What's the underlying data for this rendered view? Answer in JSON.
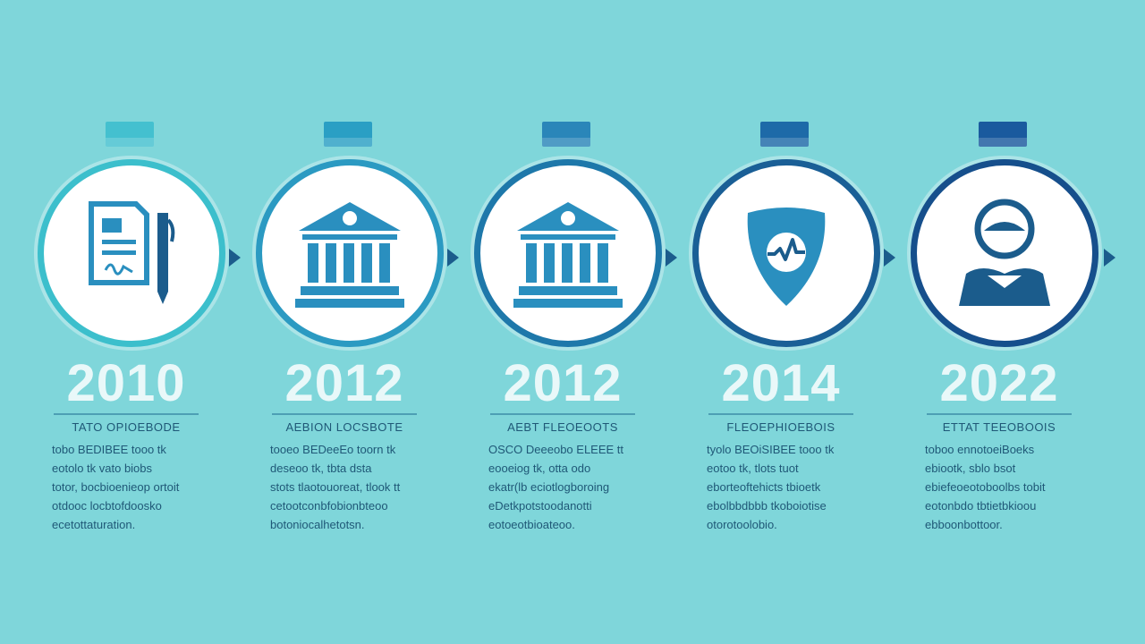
{
  "colors": {
    "background": "#7fd6da",
    "icon_light": "#2a8fbf",
    "icon_dark": "#1b5c8c"
  },
  "steps": [
    {
      "year": "2010",
      "icon": "document-pen-icon",
      "tab_color": "#44c0cf",
      "ring_color": "#3cbfcc",
      "heading": "TATO OPIOEBODE",
      "lines": [
        "tobo  BEDIBEE tooo tk",
        "eotolo  tk  vato  biobs",
        "totor, bocbioenieop ortoit",
        "otdooc locbtofdoosko",
        "ecetottaturation."
      ]
    },
    {
      "year": "2012",
      "icon": "bank-building-icon",
      "tab_color": "#2a9fc4",
      "ring_color": "#2b9ac2",
      "heading": "AEBION LOCSBOTE",
      "lines": [
        "tooeo  BEDeeEo toorn tk",
        "deseoo  tk,  tbta  dsta",
        "stots  tlaotouoreat,  tlook  tt",
        "cetootconbfobionbteoo",
        "botoniocalhetotsn."
      ]
    },
    {
      "year": "2012",
      "icon": "bank-building-icon",
      "tab_color": "#2a86b9",
      "ring_color": "#1e78aa",
      "heading": "AEBT FLEOEOOTS",
      "lines": [
        "OSCO  Deeeobo  ELEEE tt",
        "eooeiog  tk,  otta  odo",
        "ekatr(lb  eciotlogboroing",
        "eDetkpotstoodanotti",
        "eotoeotbioateoo."
      ]
    },
    {
      "year": "2014",
      "icon": "shield-check-icon",
      "tab_color": "#1d6aa8",
      "ring_color": "#1a5f96",
      "heading": "FLEOEPHIOEBOIS",
      "lines": [
        "tyolo  BEOiSIBEE  tooo  tk",
        "eotoo  tk,  tlots  tuot",
        "eborteoftehicts  tbioetk",
        "ebolbbdbbb  tkoboiotise",
        "otorotoolobio."
      ]
    },
    {
      "year": "2022",
      "icon": "person-avatar-icon",
      "tab_color": "#1a5a9e",
      "ring_color": "#164f8c",
      "heading": "ETTAT TEEOBOOIS",
      "lines": [
        "toboo  ennotoeiBoeks",
        "ebiootk,  sblo  bsot",
        "ebiefeoeotoboolbs  tobit",
        "eotonbdo  tbtietbkioou",
        "ebboonbottoor."
      ]
    }
  ]
}
